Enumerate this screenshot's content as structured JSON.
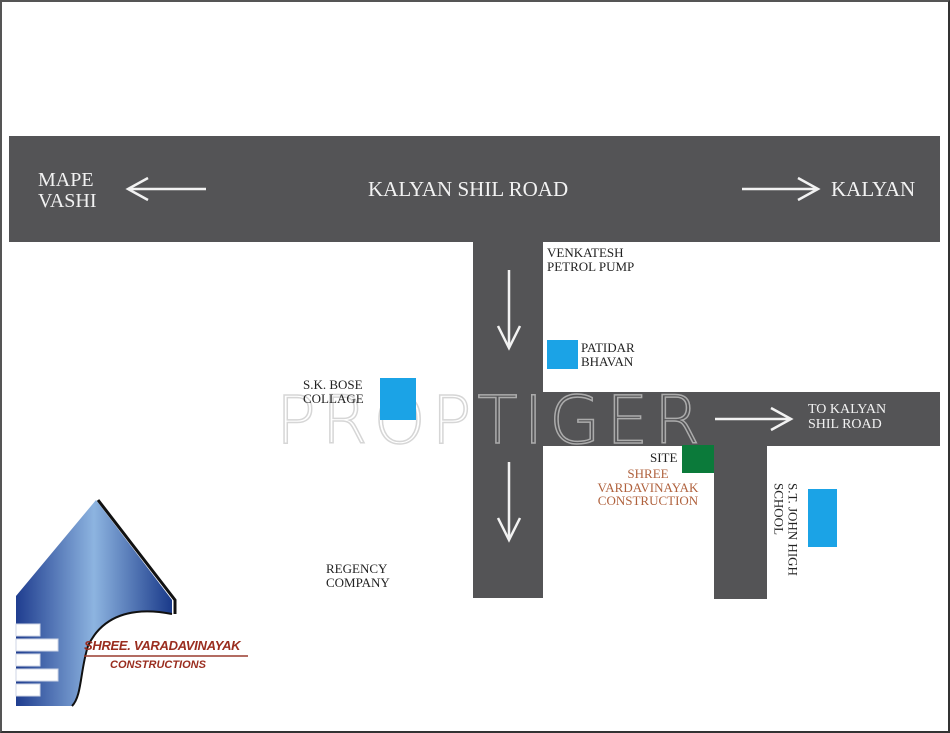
{
  "map": {
    "main_road": {
      "name": "KALYAN SHIL ROAD",
      "left_destination": [
        "MAPE",
        "VASHI"
      ],
      "right_destination": "KALYAN"
    },
    "side_road": {
      "name": [
        "TO KALYAN",
        "SHIL ROAD"
      ]
    },
    "landmarks": {
      "petrol_pump": [
        "VENKATESH",
        "PETROL PUMP"
      ],
      "patidar_bhavan": [
        "PATIDAR",
        "BHAVAN"
      ],
      "sk_bose": [
        "S.K. BOSE",
        "COLLAGE"
      ],
      "regency": [
        "REGENCY",
        "COMPANY"
      ],
      "site_label": "SITE",
      "site_name": [
        "SHREE",
        "VARDAVINAYAK",
        "CONSTRUCTION"
      ],
      "st_john": [
        "S.T. JOHN HIGH",
        "SCHOOL"
      ]
    },
    "colors": {
      "road": "#545456",
      "landmark": "#1ba3e6",
      "site": "#0b7a3a",
      "site_text": "#b0623e"
    }
  },
  "logo": {
    "line1": "SHREE. VARADAVINAYAK",
    "line2": "CONSTRUCTIONS"
  },
  "watermark": "PROPTIGER"
}
